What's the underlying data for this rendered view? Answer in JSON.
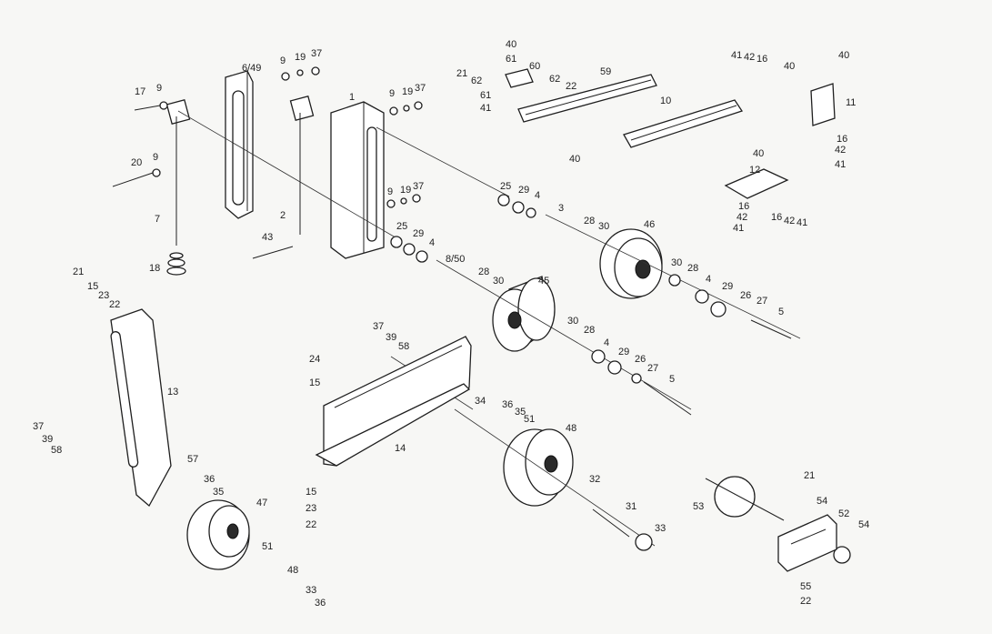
{
  "diagram": {
    "type": "exploded-parts-view",
    "callouts": [
      {
        "id": "c-17",
        "text": "17"
      },
      {
        "id": "c-9a",
        "text": "9"
      },
      {
        "id": "c-6-49",
        "text": "6/49"
      },
      {
        "id": "c-9b",
        "text": "9"
      },
      {
        "id": "c-19a",
        "text": "19"
      },
      {
        "id": "c-37a",
        "text": "37"
      },
      {
        "id": "c-1",
        "text": "1"
      },
      {
        "id": "c-9c",
        "text": "9"
      },
      {
        "id": "c-19b",
        "text": "19"
      },
      {
        "id": "c-37b",
        "text": "37"
      },
      {
        "id": "c-20",
        "text": "20"
      },
      {
        "id": "c-9d",
        "text": "9"
      },
      {
        "id": "c-7",
        "text": "7"
      },
      {
        "id": "c-2",
        "text": "2"
      },
      {
        "id": "c-9e",
        "text": "9"
      },
      {
        "id": "c-19c",
        "text": "19"
      },
      {
        "id": "c-37c",
        "text": "37"
      },
      {
        "id": "c-43",
        "text": "43"
      },
      {
        "id": "c-18",
        "text": "18"
      },
      {
        "id": "c-25a",
        "text": "25"
      },
      {
        "id": "c-29a",
        "text": "29"
      },
      {
        "id": "c-4a",
        "text": "4"
      },
      {
        "id": "c-3",
        "text": "3"
      },
      {
        "id": "c-28a",
        "text": "28"
      },
      {
        "id": "c-30a",
        "text": "30"
      },
      {
        "id": "c-46",
        "text": "46"
      },
      {
        "id": "c-25b",
        "text": "25"
      },
      {
        "id": "c-29b",
        "text": "29"
      },
      {
        "id": "c-4b",
        "text": "4"
      },
      {
        "id": "c-8-50",
        "text": "8/50"
      },
      {
        "id": "c-28b",
        "text": "28"
      },
      {
        "id": "c-30b",
        "text": "30"
      },
      {
        "id": "c-45",
        "text": "45"
      },
      {
        "id": "c-30c",
        "text": "30"
      },
      {
        "id": "c-28c",
        "text": "28"
      },
      {
        "id": "c-4c",
        "text": "4"
      },
      {
        "id": "c-29c",
        "text": "29"
      },
      {
        "id": "c-26a",
        "text": "26"
      },
      {
        "id": "c-27a",
        "text": "27"
      },
      {
        "id": "c-5a",
        "text": "5"
      },
      {
        "id": "c-30d",
        "text": "30"
      },
      {
        "id": "c-28d",
        "text": "28"
      },
      {
        "id": "c-4d",
        "text": "4"
      },
      {
        "id": "c-29d",
        "text": "29"
      },
      {
        "id": "c-26b",
        "text": "26"
      },
      {
        "id": "c-27b",
        "text": "27"
      },
      {
        "id": "c-5b",
        "text": "5"
      },
      {
        "id": "c-40a",
        "text": "40"
      },
      {
        "id": "c-61a",
        "text": "61"
      },
      {
        "id": "c-21a",
        "text": "21"
      },
      {
        "id": "c-60",
        "text": "60"
      },
      {
        "id": "c-62a",
        "text": "62"
      },
      {
        "id": "c-62b",
        "text": "62"
      },
      {
        "id": "c-22a",
        "text": "22"
      },
      {
        "id": "c-59",
        "text": "59"
      },
      {
        "id": "c-61b",
        "text": "61"
      },
      {
        "id": "c-41a",
        "text": "41"
      },
      {
        "id": "c-41b",
        "text": "41"
      },
      {
        "id": "c-42a",
        "text": "42"
      },
      {
        "id": "c-16a",
        "text": "16"
      },
      {
        "id": "c-40b",
        "text": "40"
      },
      {
        "id": "c-40c",
        "text": "40"
      },
      {
        "id": "c-11",
        "text": "11"
      },
      {
        "id": "c-10",
        "text": "10"
      },
      {
        "id": "c-16b",
        "text": "16"
      },
      {
        "id": "c-42b",
        "text": "42"
      },
      {
        "id": "c-41c",
        "text": "41"
      },
      {
        "id": "c-40d",
        "text": "40"
      },
      {
        "id": "c-40e",
        "text": "40"
      },
      {
        "id": "c-12",
        "text": "12"
      },
      {
        "id": "c-16c",
        "text": "16"
      },
      {
        "id": "c-42c",
        "text": "42"
      },
      {
        "id": "c-41d",
        "text": "41"
      },
      {
        "id": "c-16d",
        "text": "16"
      },
      {
        "id": "c-42d",
        "text": "42"
      },
      {
        "id": "c-41e",
        "text": "41"
      },
      {
        "id": "c-21b",
        "text": "21"
      },
      {
        "id": "c-15a",
        "text": "15"
      },
      {
        "id": "c-23a",
        "text": "23"
      },
      {
        "id": "c-22b",
        "text": "22"
      },
      {
        "id": "c-13",
        "text": "13"
      },
      {
        "id": "c-37d",
        "text": "37"
      },
      {
        "id": "c-39a",
        "text": "39"
      },
      {
        "id": "c-58a",
        "text": "58"
      },
      {
        "id": "c-57",
        "text": "57"
      },
      {
        "id": "c-36a",
        "text": "36"
      },
      {
        "id": "c-35a",
        "text": "35"
      },
      {
        "id": "c-47",
        "text": "47"
      },
      {
        "id": "c-51a",
        "text": "51"
      },
      {
        "id": "c-48a",
        "text": "48"
      },
      {
        "id": "c-33a",
        "text": "33"
      },
      {
        "id": "c-36b",
        "text": "36"
      },
      {
        "id": "c-37e",
        "text": "37"
      },
      {
        "id": "c-39b",
        "text": "39"
      },
      {
        "id": "c-58b",
        "text": "58"
      },
      {
        "id": "c-24",
        "text": "24"
      },
      {
        "id": "c-15b",
        "text": "15"
      },
      {
        "id": "c-14",
        "text": "14"
      },
      {
        "id": "c-15c",
        "text": "15"
      },
      {
        "id": "c-23b",
        "text": "23"
      },
      {
        "id": "c-22c",
        "text": "22"
      },
      {
        "id": "c-34",
        "text": "34"
      },
      {
        "id": "c-36c",
        "text": "36"
      },
      {
        "id": "c-35b",
        "text": "35"
      },
      {
        "id": "c-51b",
        "text": "51"
      },
      {
        "id": "c-48b",
        "text": "48"
      },
      {
        "id": "c-32",
        "text": "32"
      },
      {
        "id": "c-31",
        "text": "31"
      },
      {
        "id": "c-33b",
        "text": "33"
      },
      {
        "id": "c-21c",
        "text": "21"
      },
      {
        "id": "c-54a",
        "text": "54"
      },
      {
        "id": "c-53",
        "text": "53"
      },
      {
        "id": "c-52",
        "text": "52"
      },
      {
        "id": "c-54b",
        "text": "54"
      },
      {
        "id": "c-55",
        "text": "55"
      },
      {
        "id": "c-22d",
        "text": "22"
      }
    ]
  }
}
